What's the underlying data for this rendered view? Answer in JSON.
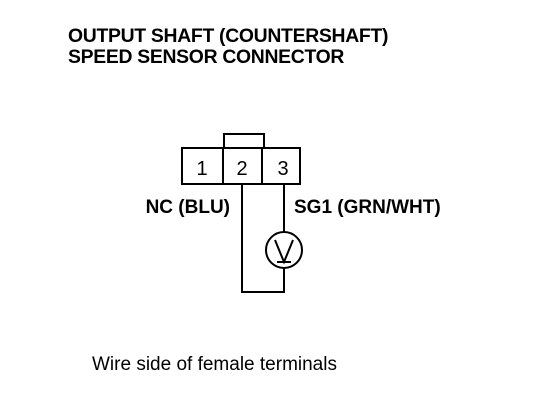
{
  "title": {
    "line1": "OUTPUT SHAFT (COUNTERSHAFT)",
    "line2": "SPEED SENSOR CONNECTOR"
  },
  "connector": {
    "terminals": [
      {
        "number": "1"
      },
      {
        "number": "2"
      },
      {
        "number": "3"
      }
    ]
  },
  "wire_labels": {
    "left": "NC (BLU)",
    "right": "SG1 (GRN/WHT)"
  },
  "meter": {
    "symbol": "V"
  },
  "caption": "Wire side of female terminals",
  "colors": {
    "line": "#000000",
    "background": "#ffffff"
  }
}
